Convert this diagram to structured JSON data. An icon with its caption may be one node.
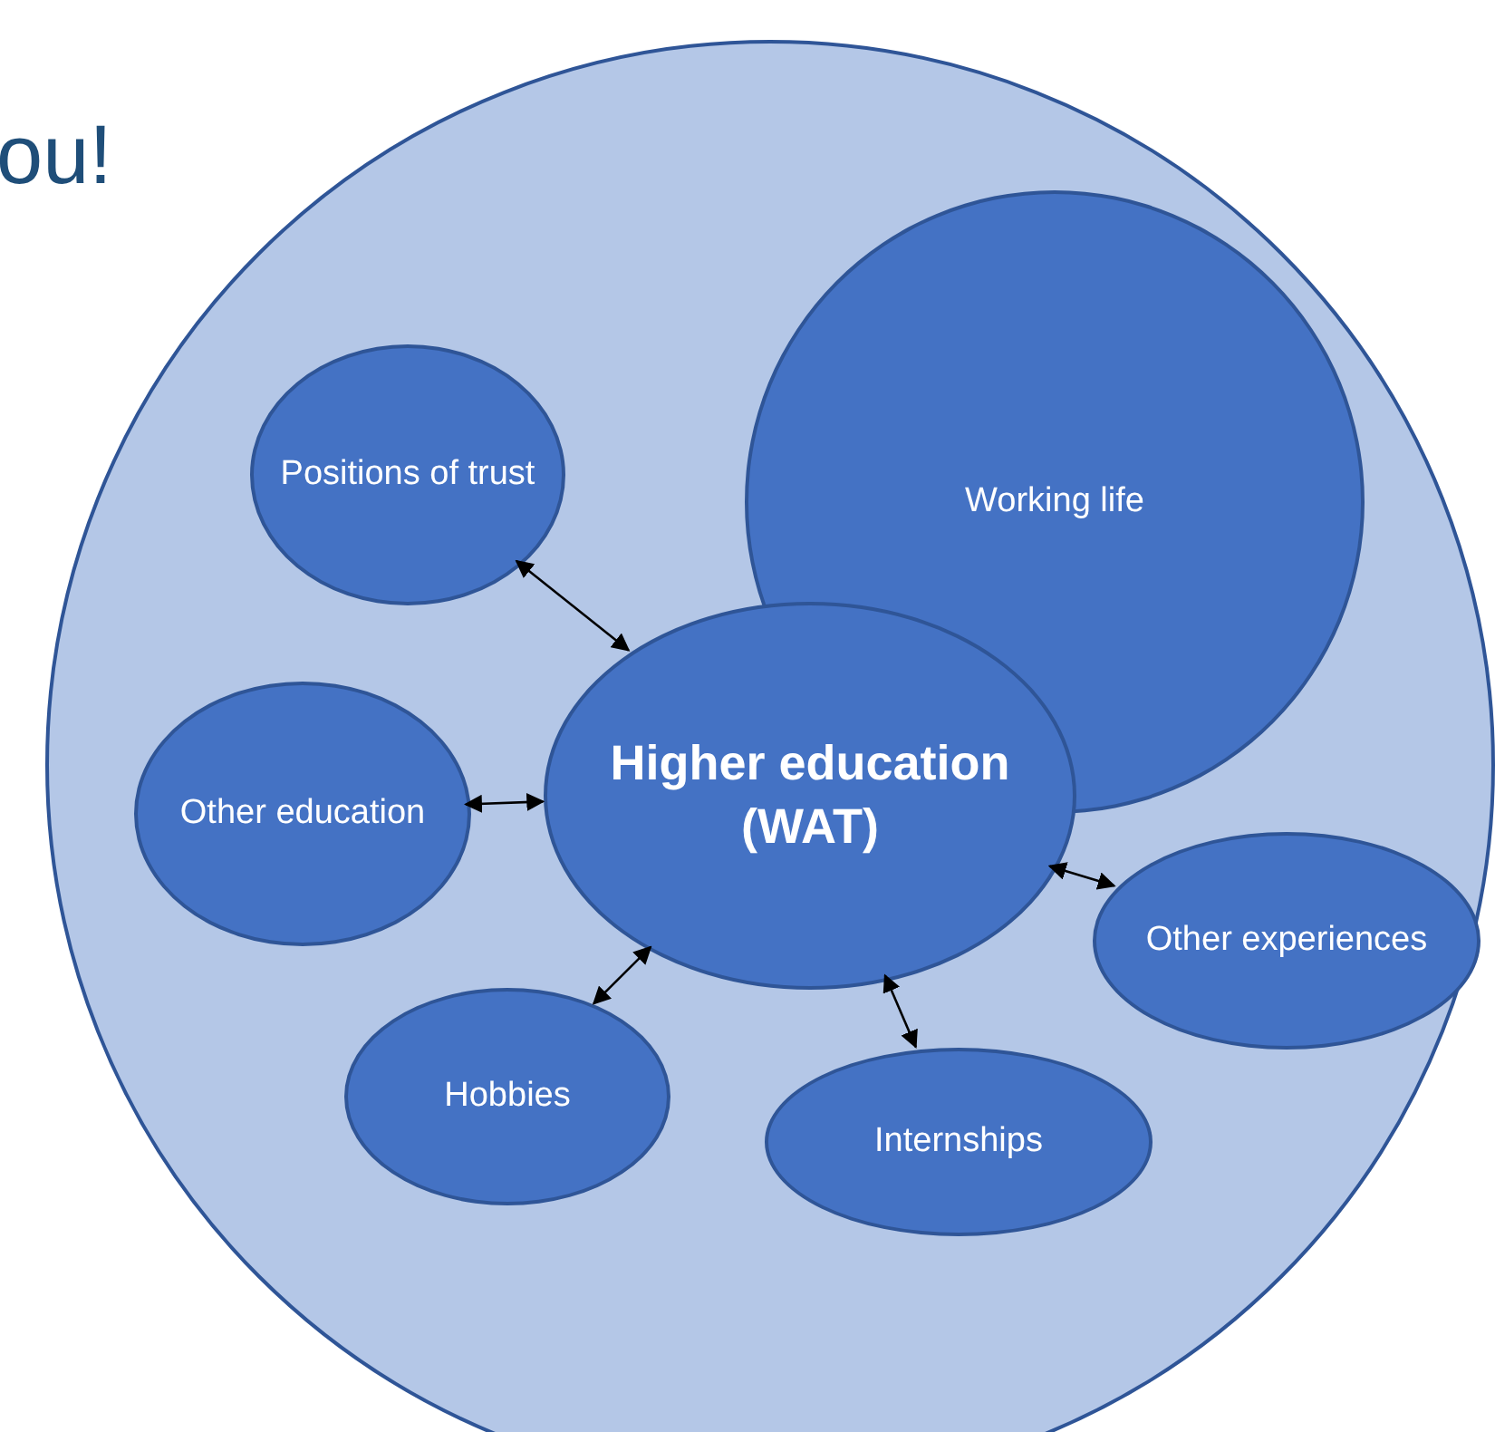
{
  "diagram": {
    "nodes": [
      {
        "text": [],
        "shape": "circle"
      },
      {
        "text": [
          "Positions of trust"
        ],
        "in": 0
      },
      {
        "text": [
          "Working life"
        ],
        "in": 0
      },
      {
        "text": [
          "Higher education (WAT)"
        ],
        "in": 0
      },
      {
        "text": [
          "Other education"
        ],
        "in": 0
      },
      {
        "text": [
          "Other experiences"
        ],
        "in": 0
      },
      {
        "text": [
          "Hobbies"
        ],
        "in": 0
      },
      {
        "text": [
          "Internships"
        ],
        "in": 0
      }
    ],
    "edges": [
      {
        "from": 3,
        "to": 1,
        "arrow": "both"
      },
      {
        "from": 3,
        "to": 4,
        "arrow": "both"
      },
      {
        "from": 3,
        "to": 5,
        "arrow": "both"
      },
      {
        "from": 3,
        "to": 6,
        "arrow": "both"
      },
      {
        "from": 3,
        "to": 7,
        "arrow": "both"
      }
    ],
    "labels": [
      "ou!"
    ]
  }
}
